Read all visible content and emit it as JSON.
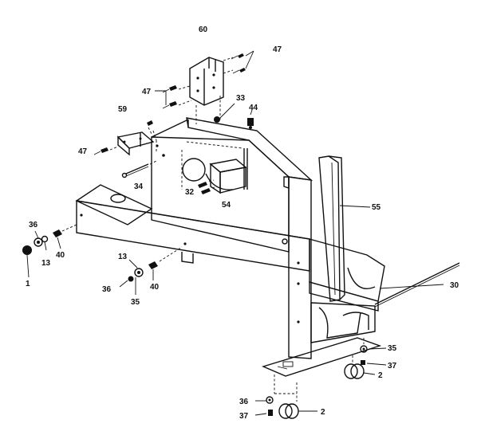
{
  "parts": [
    {
      "id": "p60",
      "number": "60"
    },
    {
      "id": "p47a",
      "number": "47"
    },
    {
      "id": "p47b",
      "number": "47"
    },
    {
      "id": "p47c",
      "number": "47"
    },
    {
      "id": "p33",
      "number": "33"
    },
    {
      "id": "p44",
      "number": "44"
    },
    {
      "id": "p59",
      "number": "59"
    },
    {
      "id": "p34",
      "number": "34"
    },
    {
      "id": "p32",
      "number": "32"
    },
    {
      "id": "p54",
      "number": "54"
    },
    {
      "id": "p55",
      "number": "55"
    },
    {
      "id": "p36a",
      "number": "36"
    },
    {
      "id": "p13a",
      "number": "13"
    },
    {
      "id": "p40a",
      "number": "40"
    },
    {
      "id": "p1",
      "number": "1"
    },
    {
      "id": "p13b",
      "number": "13"
    },
    {
      "id": "p36b",
      "number": "36"
    },
    {
      "id": "p35a",
      "number": "35"
    },
    {
      "id": "p40b",
      "number": "40"
    },
    {
      "id": "p30",
      "number": "30"
    },
    {
      "id": "p35b",
      "number": "35"
    },
    {
      "id": "p37a",
      "number": "37"
    },
    {
      "id": "p2a",
      "number": "2"
    },
    {
      "id": "p36c",
      "number": "36"
    },
    {
      "id": "p37b",
      "number": "37"
    },
    {
      "id": "p2b",
      "number": "2"
    }
  ]
}
